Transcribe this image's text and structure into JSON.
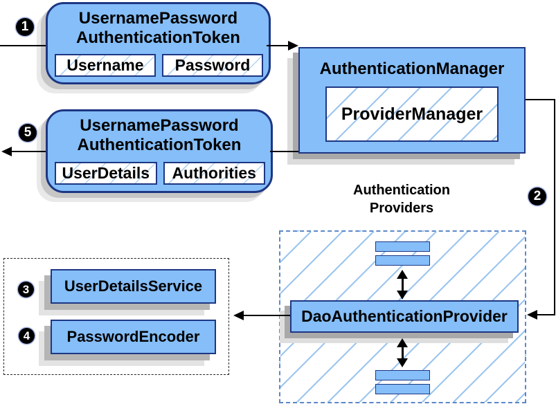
{
  "colors": {
    "box_fill_blue": "#85bef8",
    "box_border_navy": "#1d3683",
    "hatch_line_blue": "#9cc5ef",
    "dashed_border_blue": "#5b87c7",
    "dashed_border_black": "#222222",
    "shadow_gray_dark": "#a9a9a9",
    "shadow_gray_light": "#dcdcdc",
    "arrow_black": "#000000",
    "badge_bg": "#000000",
    "badge_text": "#ffffff"
  },
  "badges": {
    "s1": "1",
    "s2": "2",
    "s3": "3",
    "s4": "4",
    "s5": "5"
  },
  "token_request": {
    "title_line1": "UsernamePassword",
    "title_line2": "AuthenticationToken",
    "fields": [
      "Username",
      "Password"
    ]
  },
  "auth_manager": {
    "title": "AuthenticationManager",
    "inner": "ProviderManager"
  },
  "token_response": {
    "title_line1": "UsernamePassword",
    "title_line2": "AuthenticationToken",
    "fields": [
      "UserDetails",
      "Authorities"
    ]
  },
  "providers": {
    "label_line1": "Authentication",
    "label_line2": "Providers",
    "dao": "DaoAuthenticationProvider"
  },
  "services": {
    "user_details_service": "UserDetailsService",
    "password_encoder": "PasswordEncoder"
  }
}
